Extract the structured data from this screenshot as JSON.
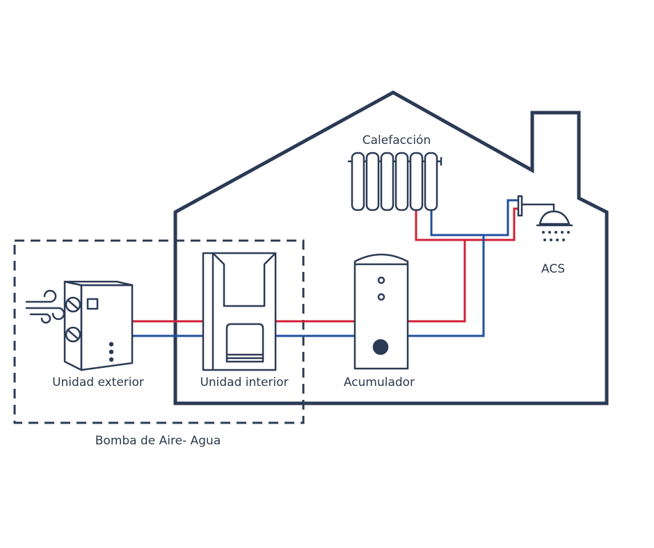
{
  "labels": {
    "heating": "Calefacción",
    "dhw": "ACS",
    "outdoor_unit": "Unidad exterior",
    "indoor_unit": "Unidad interior",
    "tank": "Acumulador",
    "system": "Bomba de Aire- Agua"
  },
  "colors": {
    "outline": "#2b3a55",
    "hot_pipe": "#d21f35",
    "cold_pipe": "#1f4f9e",
    "text": "#2b3a4d"
  },
  "icons": {
    "wind": "wind-icon",
    "outdoor_unit": "outdoor-unit-icon",
    "indoor_unit": "indoor-unit-icon",
    "tank": "tank-icon",
    "radiator": "radiator-icon",
    "shower": "shower-icon"
  }
}
